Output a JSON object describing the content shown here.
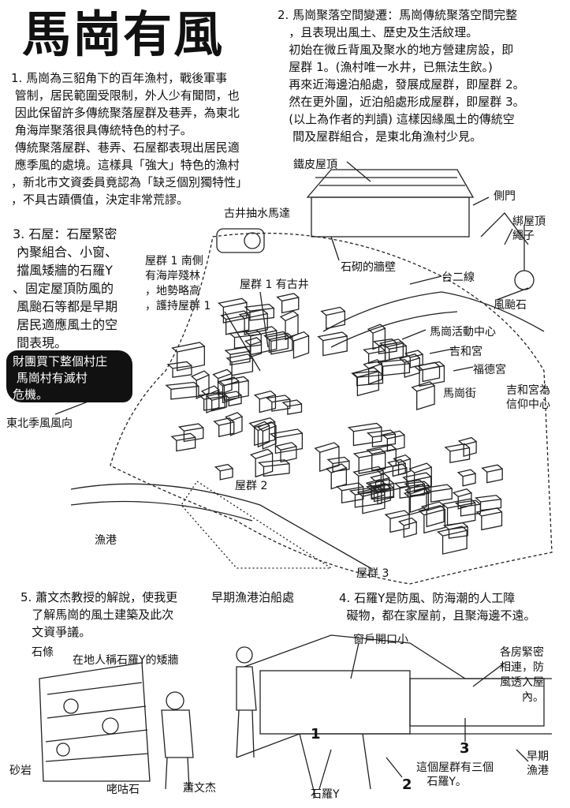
{
  "title": "馬崗有風",
  "sections": {
    "s1": "1. 馬崗為三貂角下的百年漁村，戰後軍事\n 管制，居民範圍受限制，外人少有聞問，也\n 因此保留許多傳統聚落屋群及巷弄，為東北\n 角海岸聚落很具傳統特色的村子。\n 傳統聚落屋群、巷弄、石屋都表現出居民適\n 應季風的處境。這樣具「強大」特色的漁村\n，新北市文資委員竟認為「缺乏個別獨特性」\n，不具古蹟價值，決定非常荒謬。",
    "s2": "2. 馬崗聚落空間變遷：馬崗傳統聚落空間完整\n   ，且表現出風土、歷史及生活紋理。\n   初始在微丘背風及聚水的地方營建房設，即\n   屋群 1。(漁村唯一水井，已無法生飲。)\n   再來近海邊泊船處，發展成屋群，即屋群 2。\n   然在更外圍，近泊船處形成屋群，即屋群 3。\n   (以上為作者的判讀) 這樣因緣風土的傳統空\n    間及屋群組合，是東北角漁村少見。",
    "s3": "3. 石屋：石屋緊密\n 內聚組合、小窗、\n 擋風矮牆的石羅Y\n、固定屋頂防風的\n 風颱石等都是早期\n 居民適應風土的空\n 間表現。",
    "s4": "4. 石羅Y是防風、防海潮的人工障\n  礙物，都在家屋前，且聚海邊不遠。",
    "s5": "5. 蕭文杰教授的解說，使我更\n   了解馬崗的風土建築及此次\n   文資爭議。"
  },
  "warning": "財團買下整個村庄\n 馬崗村有滅村\n危機。",
  "labels": {
    "wind": "東北季風風向",
    "pump": "古井抽水馬達",
    "tin_roof": "鐵皮屋頂",
    "side_door": "側門",
    "rope": "綁屋頂\n繩子",
    "stone_wall": "石砌的牆壁",
    "route2": "台二線",
    "typhoon_stone": "風颱石",
    "forest": "屋群 1 南側\n有海岸殘林\n，地勢略高\n，護持屋群 1",
    "well": "屋群 1 有古井",
    "activity_center": "馬崗活動中心",
    "jihe_temple": "吉和宮",
    "fude_temple": "福德宮",
    "street": "馬崗街",
    "faith_center": "吉和宮為\n信仰中心",
    "group2": "屋群 2",
    "harbor": "漁港",
    "group3": "屋群 3",
    "early_berth": "早期漁港泊船處",
    "small_window": "窗戶開口小",
    "close_rooms": "各房緊密\n相連，防\n風透入屋\n內。",
    "stone_strip": "石條",
    "low_wall": "在地人稱石羅Y的矮牆",
    "sandstone": "砂岩",
    "coral_stone": "咾咕石",
    "professor": "蕭文杰",
    "shiluoya": "石羅Y",
    "num1": "1",
    "num2": "2",
    "num3": "3",
    "three_walls": "這個屋群有三個\n   石羅Y。",
    "early_harbor": "早期\n漁港"
  }
}
